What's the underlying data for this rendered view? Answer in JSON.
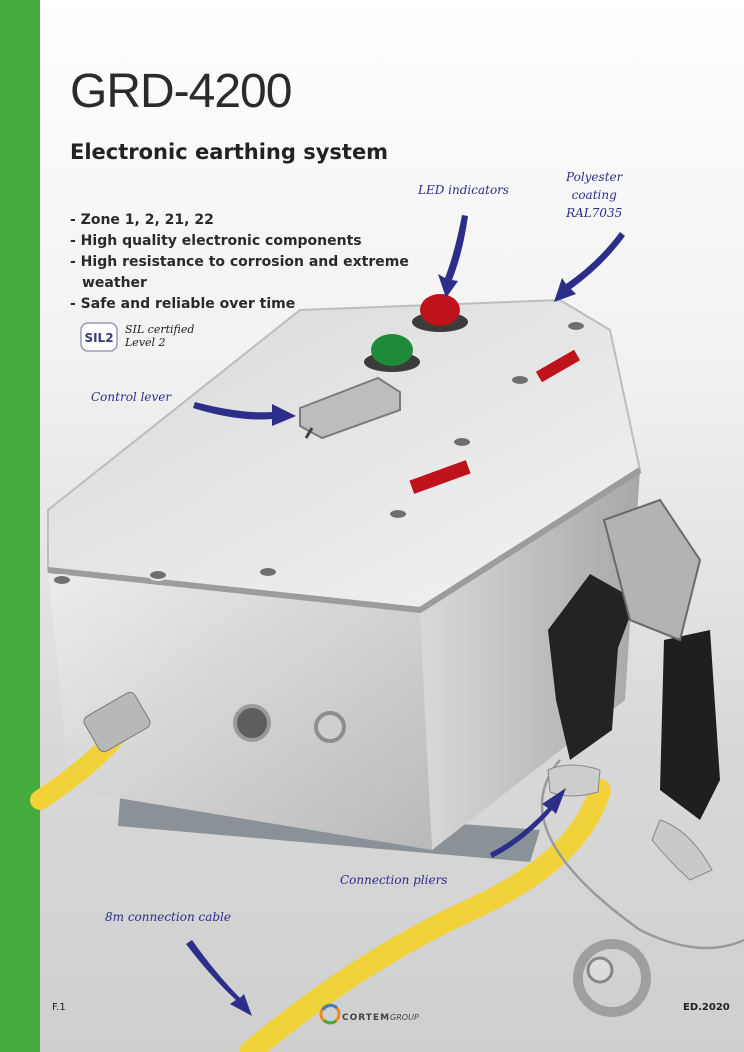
{
  "product_title": "GRD-4200",
  "subtitle": "Electronic earthing system",
  "features": [
    "- Zone 1, 2, 21, 22",
    "- High quality electronic components",
    "- High resistance to corrosion and extreme",
    "  weather",
    "- Safe and reliable over time"
  ],
  "sil": {
    "badge": "SIL2",
    "line1": "SIL certified",
    "line2": "Level 2"
  },
  "annotations": {
    "led": "LED indicators",
    "polyester_l1": "Polyester",
    "polyester_l2": "coating",
    "polyester_l3": "RAL7035",
    "lever": "Control lever",
    "pliers": "Connection pliers",
    "cable": "8m connection cable"
  },
  "footer": {
    "page": "F.1",
    "edition": "ED.2020",
    "brand": "CORTEM",
    "brand_suffix": "GROUP"
  },
  "colors": {
    "accent_green": "#45ab3c",
    "annotation_blue": "#2d2d8a",
    "led_red": "#c0121a",
    "led_green": "#1f8a3a",
    "cable_yellow": "#f2d23a"
  }
}
